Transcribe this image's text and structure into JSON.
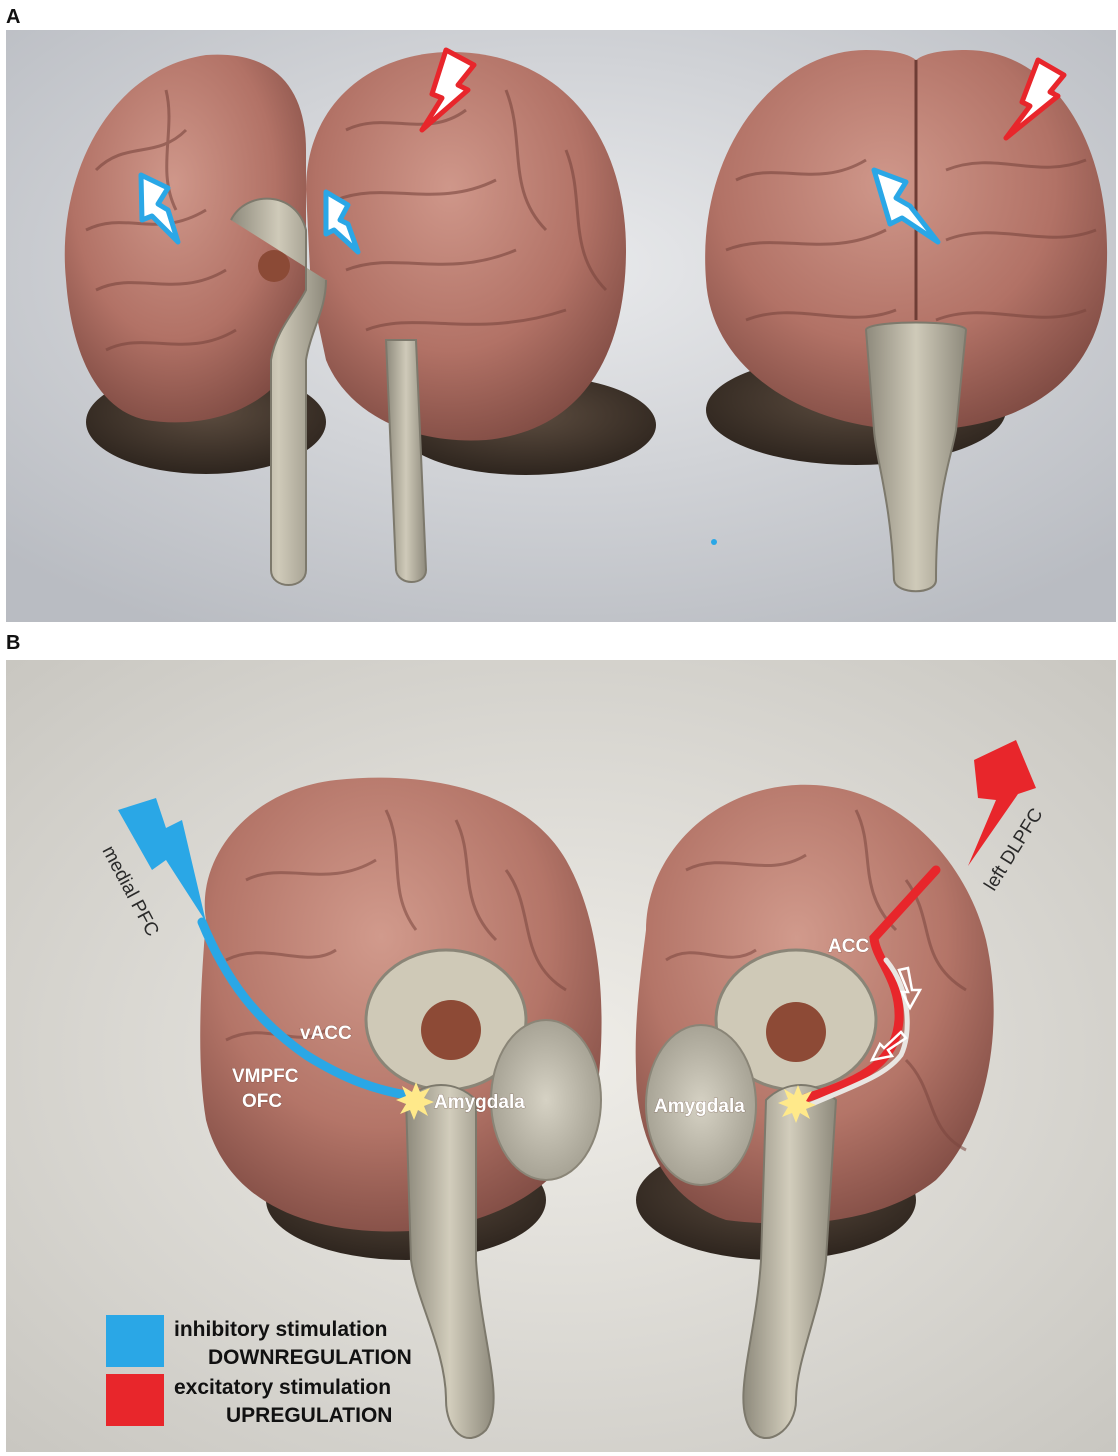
{
  "panels": {
    "a": {
      "letter": "A"
    },
    "b": {
      "letter": "B"
    }
  },
  "labels": {
    "medial_pfc": "medial PFC",
    "left_dlpfc": "left DLPFC",
    "vacc": "vACC",
    "vmpfc": "VMPFC",
    "ofc": "OFC",
    "amygdala_left": "Amygdala",
    "amygdala_right": "Amygdala",
    "acc": "ACC"
  },
  "legend": {
    "inhibitory": {
      "line1": "inhibitory stimulation",
      "line2": "DOWNREGULATION",
      "color": "#2aa7e6"
    },
    "excitatory": {
      "line1": "excitatory stimulation",
      "line2": "UPREGULATION",
      "color": "#e8262b"
    }
  },
  "colors": {
    "inhibitory": "#2aa7e6",
    "excitatory": "#e8262b",
    "brain": "#b97a6e",
    "brainstem": "#b5b0a0",
    "cerebellum": "#4a3c30",
    "background": "#d6d8db"
  }
}
